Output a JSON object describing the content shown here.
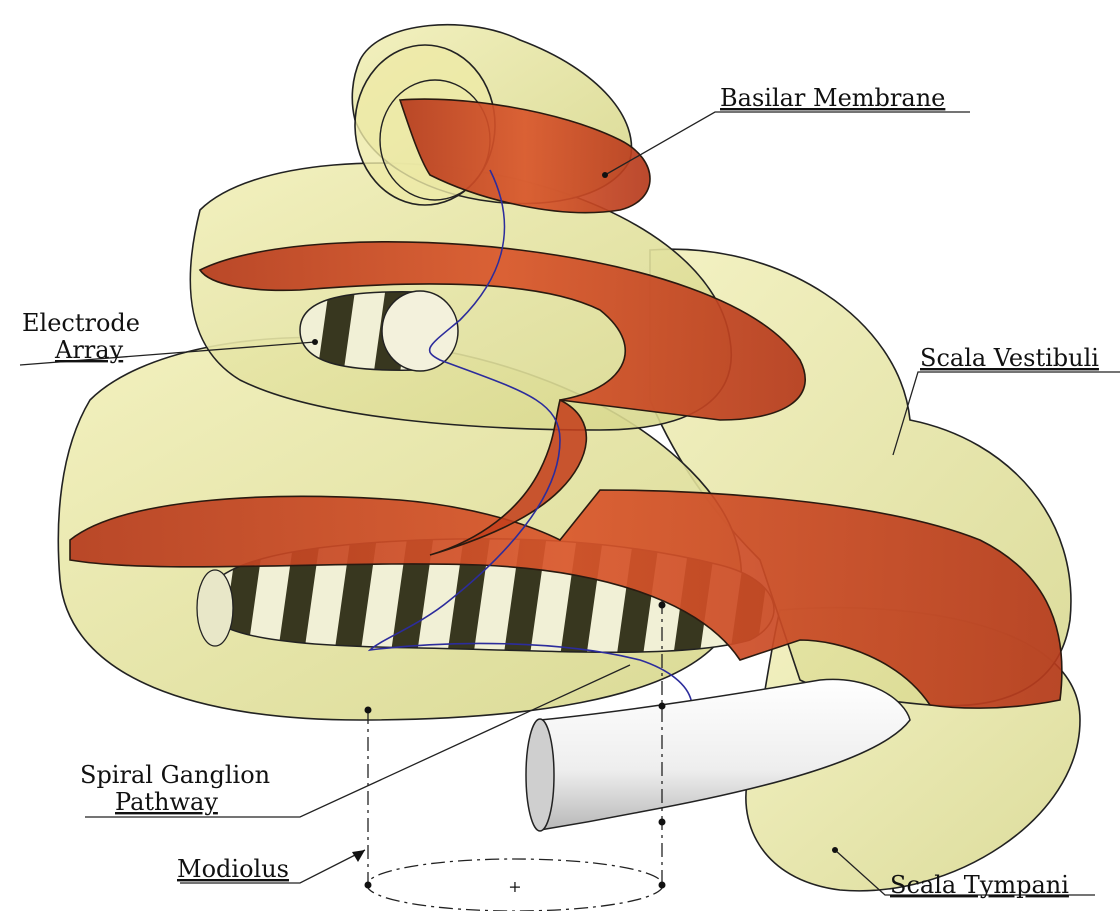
{
  "labels": {
    "basilar_membrane": "Basilar Membrane",
    "electrode_array_line1": "Electrode",
    "electrode_array_line2": "Array",
    "scala_vestibuli": "Scala Vestibuli",
    "spiral_ganglion_line1": "Spiral Ganglion",
    "spiral_ganglion_line2": "Pathway",
    "modiolus": "Modiolus",
    "scala_tympani": "Scala Tympani",
    "center_mark": "+"
  },
  "colors": {
    "tube_fill": "#e9e7a2",
    "tube_fill_dark": "#cfd07a",
    "membrane": "#c8431f",
    "membrane_dark": "#a8321a",
    "electrode_light": "#f2f1d8",
    "electrode_dark": "#3b3a22",
    "ganglion_line": "#2c2c9c",
    "nerve_tube": "#f4f4f4"
  },
  "icons": {
    "modiolus_arrow": "arrowhead-icon"
  }
}
